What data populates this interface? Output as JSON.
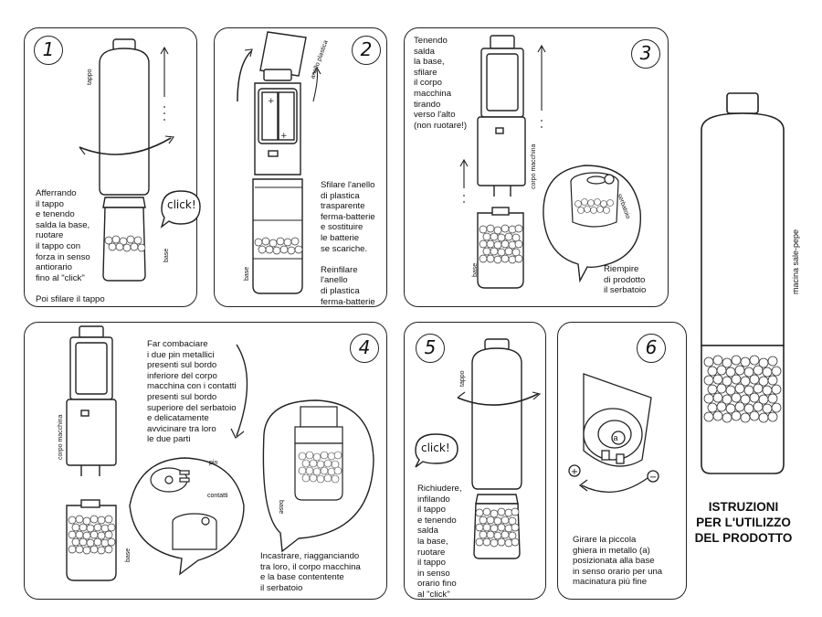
{
  "title": "ISTRUZIONI\nPER L'UTILIZZO\nDEL PRODOTTO",
  "product_label": "macina sale-pepe",
  "steps": [
    {
      "number": "1",
      "text": "Afferrando\nil tappo\ne tenendo\nsalda la base,\nruotare\nil tappo con\nforza in senso\nantiorario\nfino al \"click\"\n\nPoi sfilare il tappo",
      "label_top": "tappo",
      "label_bottom": "base",
      "bubble": "click!"
    },
    {
      "number": "2",
      "text": "Sfilare l'anello\ndi plastica\ntrasparente\nferma-batterie\ne sostituire\nle batterie\nse scariche.\n\nReinfilare\nl'anello\ndi plastica\nferma-batterie",
      "label_ring": "anello plastica",
      "label_bottom": "base"
    },
    {
      "number": "3",
      "text": "Tenendo\nsalda\nla base,\nsfilare\nil corpo\nmacchina\ntirando\nverso l'alto\n(non ruotare!)",
      "text2": "Riempire\ndi prodotto\nil serbatoio",
      "label_body": "corpo macchina",
      "label_tank": "serbatoio",
      "label_bottom": "base"
    },
    {
      "number": "4",
      "text": "Far combaciare\ni due pin metallici\npresenti sul bordo\ninferiore del corpo\nmacchina con i contatti\npresenti sul bordo\nsuperiore del serbatoio\ne delicatamente\navvicinare tra loro\nle due parti",
      "text2": "Incastrare, riagganciando\ntra loro, il corpo macchina\ne la base contentente\nil serbatoio",
      "label_body": "corpo macchina",
      "label_pin": "pin",
      "label_contacts": "contatti",
      "label_base": "base",
      "label_bottom": "base"
    },
    {
      "number": "5",
      "text": "Richiudere,\ninfilando\nil tappo\ne tenendo\nsalda\nla base,\nruotare\nil tappo\nin senso\norario fino\nal \"click\"",
      "label_top": "tappo",
      "bubble": "click!"
    },
    {
      "number": "6",
      "text": "Girare la piccola\nghiera in metallo (a)\nposizionata alla base\nin senso orario per una\nmacinatura più fine",
      "plus": "+",
      "minus": "−",
      "marker": "a"
    }
  ]
}
